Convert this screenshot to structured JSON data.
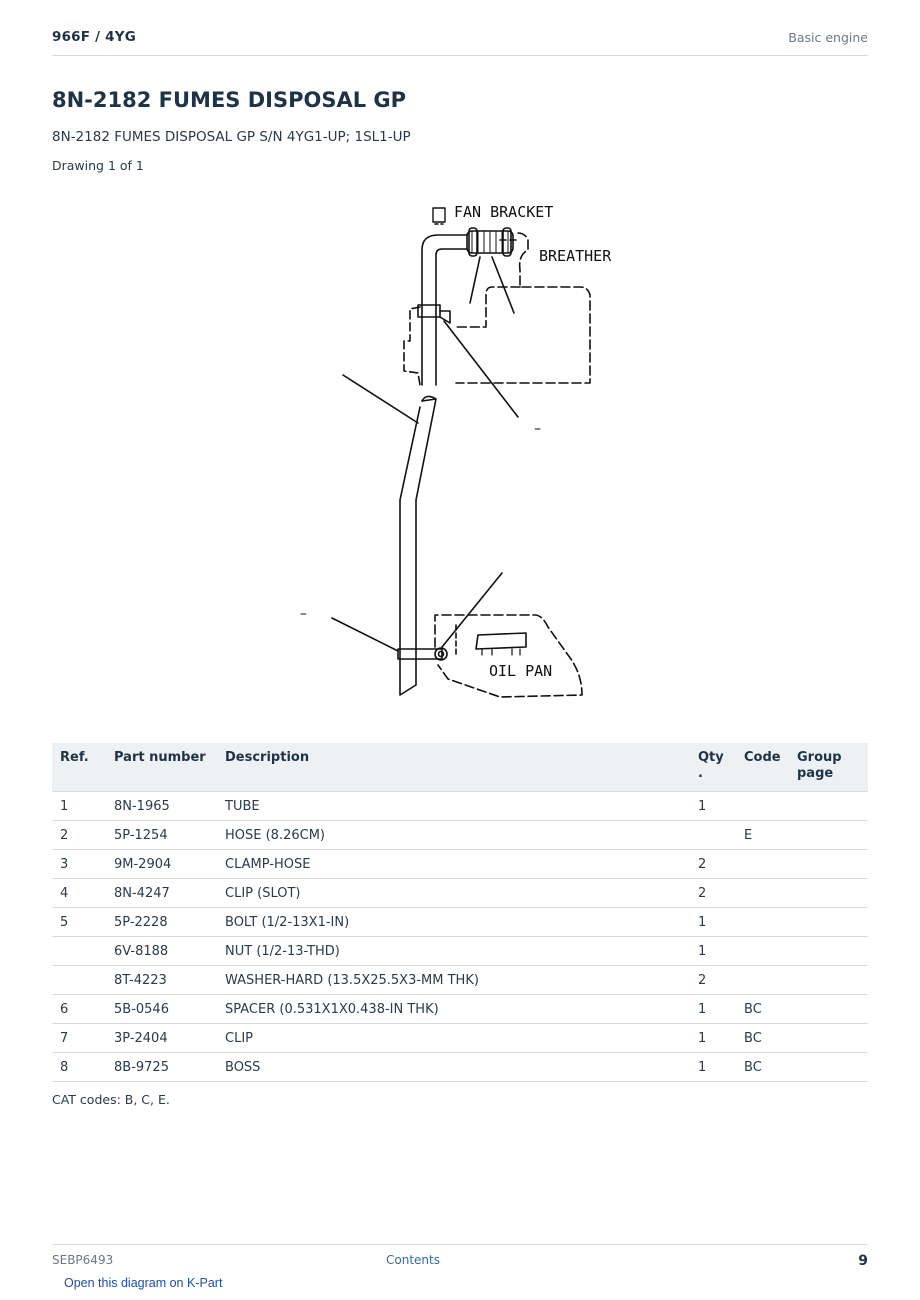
{
  "header": {
    "model": "966F  /  4YG",
    "section": "Basic engine"
  },
  "title": "8N-2182 FUMES DISPOSAL GP",
  "subtitle": "8N-2182 FUMES DISPOSAL GP S/N 4YG1-UP; 1SL1-UP",
  "drawing_count": "Drawing 1 of 1",
  "diagram": {
    "labels": {
      "fan_bracket": "FAN BRACKET",
      "breather": "BREATHER",
      "oil_pan": "OIL PAN"
    },
    "callouts": [
      "–",
      "–"
    ]
  },
  "table": {
    "headers": {
      "ref": "Ref.",
      "part_number": "Part number",
      "description": "Description",
      "qty": "Qty\n.",
      "code": "Code",
      "group_page": "Group page"
    },
    "rows": [
      {
        "ref": "1",
        "part": "8N-1965",
        "desc": "TUBE",
        "qty": "1",
        "code": "",
        "group": ""
      },
      {
        "ref": "2",
        "part": "5P-1254",
        "desc": "HOSE (8.26CM)",
        "qty": "",
        "code": "E",
        "group": ""
      },
      {
        "ref": "3",
        "part": "9M-2904",
        "desc": "CLAMP-HOSE",
        "qty": "2",
        "code": "",
        "group": ""
      },
      {
        "ref": "4",
        "part": "8N-4247",
        "desc": "CLIP (SLOT)",
        "qty": "2",
        "code": "",
        "group": ""
      },
      {
        "ref": "5",
        "part": "5P-2228",
        "desc": "BOLT (1/2-13X1-IN)",
        "qty": "1",
        "code": "",
        "group": ""
      },
      {
        "ref": "",
        "part": "6V-8188",
        "desc": "NUT (1/2-13-THD)",
        "qty": "1",
        "code": "",
        "group": ""
      },
      {
        "ref": "",
        "part": "8T-4223",
        "desc": "WASHER-HARD (13.5X25.5X3-MM THK)",
        "qty": "2",
        "code": "",
        "group": ""
      },
      {
        "ref": "6",
        "part": "5B-0546",
        "desc": "SPACER (0.531X1X0.438-IN THK)",
        "qty": "1",
        "code": "BC",
        "group": ""
      },
      {
        "ref": "7",
        "part": "3P-2404",
        "desc": "CLIP",
        "qty": "1",
        "code": "BC",
        "group": ""
      },
      {
        "ref": "8",
        "part": "8B-9725",
        "desc": "BOSS",
        "qty": "1",
        "code": "BC",
        "group": ""
      }
    ]
  },
  "cat_codes": "CAT codes: B, C, E.",
  "footer": {
    "doc_id": "SEBP6493",
    "contents_link": "Contents",
    "page_number": "9",
    "kpart_link": "Open this diagram on K-Part"
  }
}
